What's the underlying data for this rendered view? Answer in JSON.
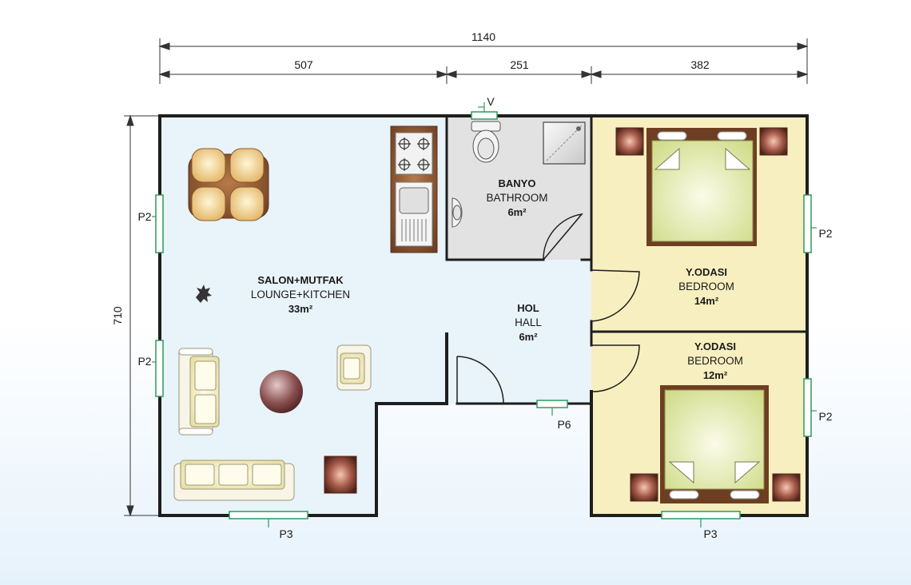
{
  "dimensions": {
    "total_width": "1140",
    "lounge_width": "507",
    "middle_width": "251",
    "bedrooms_width": "382",
    "total_depth": "710"
  },
  "rooms": {
    "lounge": {
      "title": "SALON+MUTFAK",
      "subtitle": "LOUNGE+KITCHEN",
      "area": "33m²"
    },
    "bathroom": {
      "title": "BANYO",
      "subtitle": "BATHROOM",
      "area": "6m²"
    },
    "hall": {
      "title": "HOL",
      "subtitle": "HALL",
      "area": "6m²"
    },
    "bedroom1": {
      "title": "Y.ODASI",
      "subtitle": "BEDROOM",
      "area": "14m²"
    },
    "bedroom2": {
      "title": "Y.ODASI",
      "subtitle": "BEDROOM",
      "area": "12m²"
    }
  },
  "openings": {
    "ventilation": "V",
    "window_lounge_upper": "P2",
    "window_lounge_lower": "P2",
    "window_lounge_bottom": "P3",
    "window_bedroom1": "P2",
    "window_bedroom2_side": "P2",
    "window_bedroom2_bottom": "P3",
    "entrance_door": "P6"
  },
  "colors": {
    "wall": "#1e1e1e",
    "lounge_floor": "#e8f3fa",
    "bathroom_floor": "#e2e2e2",
    "bedroom_floor": "#f8efc0",
    "window": "#2e9a5a",
    "wood": "#7a4a32"
  }
}
